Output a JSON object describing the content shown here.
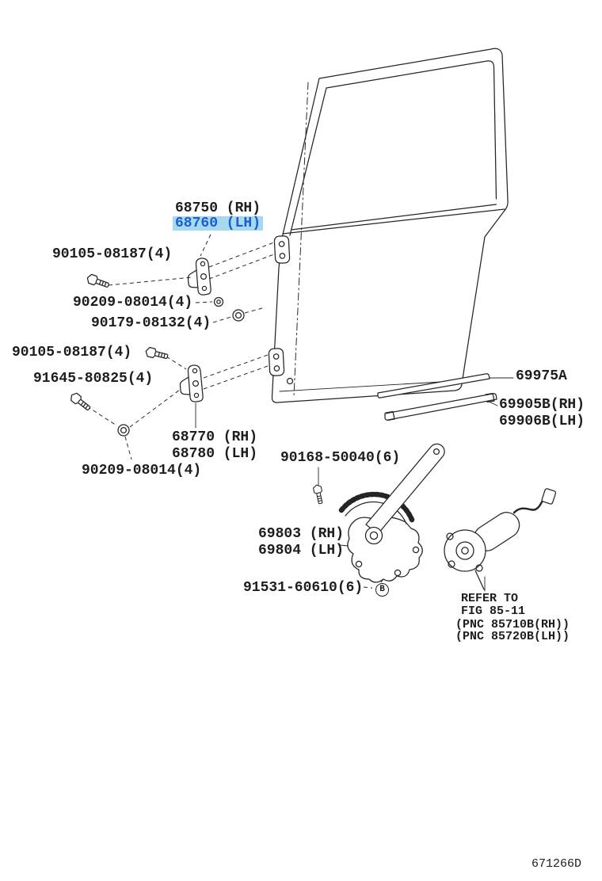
{
  "figure_code": "671266D",
  "colors": {
    "ink": "#1d1d1d",
    "highlight_bg": "#a6d9ef",
    "highlight_text": "#1a5fc8"
  },
  "callouts": {
    "hinge_upper_rh": "68750 (RH)",
    "hinge_upper_lh": "68760 (LH)",
    "hinge_upper_bolt": "90105-08187(4)",
    "hinge_upper_washer": "90209-08014(4)",
    "hinge_upper_grommet": "90179-08132(4)",
    "hinge_lower_bolt": "90105-08187(4)",
    "hinge_lower_bolt2": "91645-80825(4)",
    "hinge_lower_rh": "68770 (RH)",
    "hinge_lower_lh": "68780 (LH)",
    "hinge_lower_washer": "90209-08014(4)",
    "regulator_bolt": "90168-50040(6)",
    "regulator_rh": "69803 (RH)",
    "regulator_lh": "69804 (LH)",
    "motor_bolt": "91531-60610(6)",
    "marker_b": "B",
    "glass_run": "69975A",
    "weatherstrip_rh": "69905B(RH)",
    "weatherstrip_lh": "69906B(LH)",
    "motor_note_1": "REFER TO",
    "motor_note_2": "FIG 85-11",
    "motor_note_3": "(PNC 85710B(RH))",
    "motor_note_4": "(PNC 85720B(LH))"
  }
}
